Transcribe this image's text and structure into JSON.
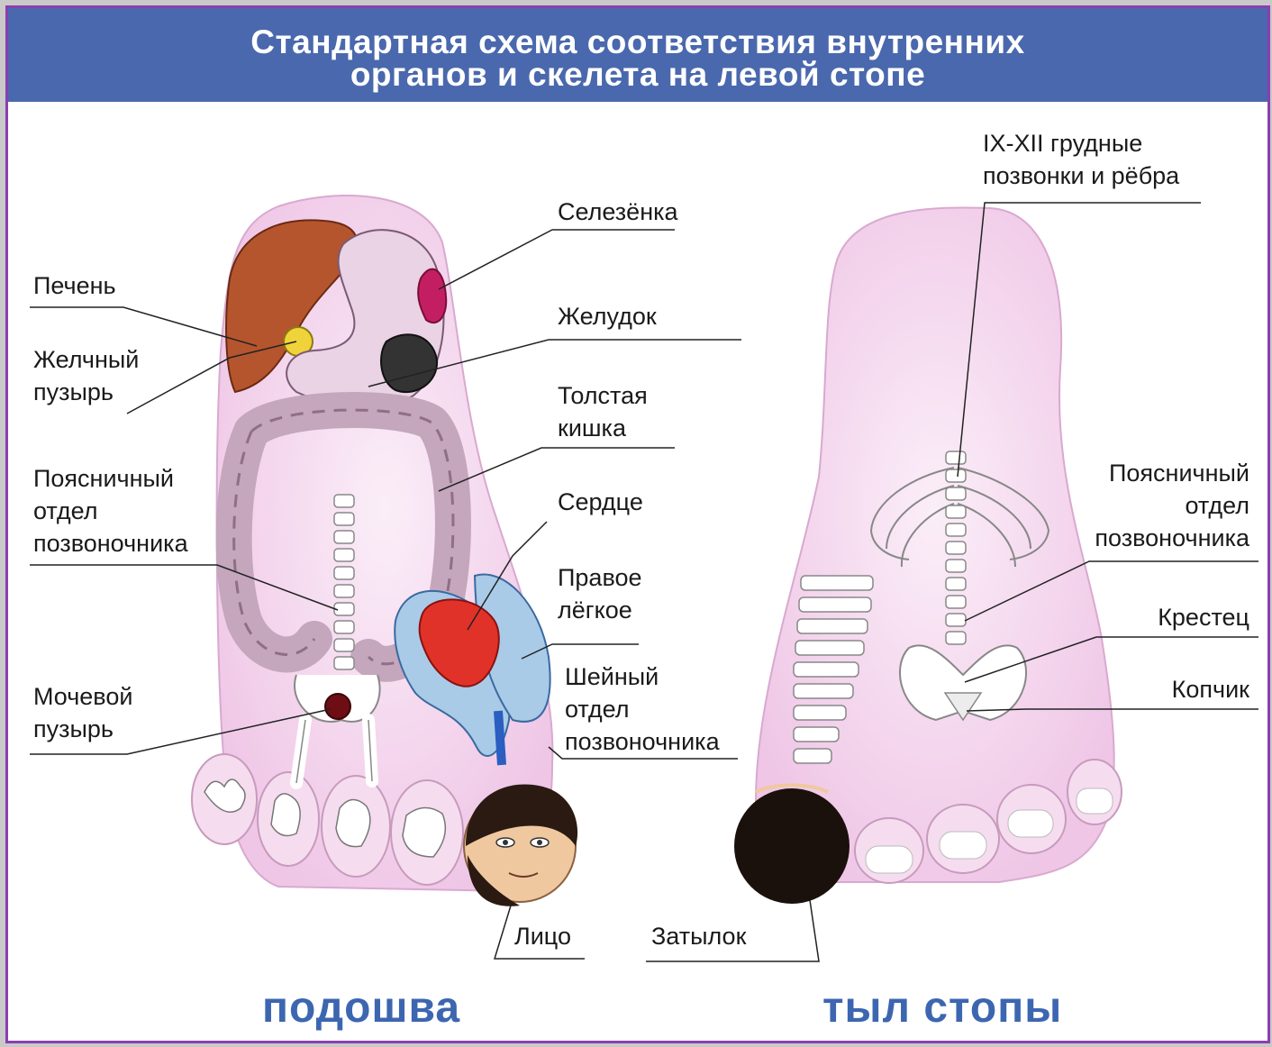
{
  "title": {
    "line1": "Стандартная схема соответствия внутренних",
    "line2": "органов и скелета на левой стопе"
  },
  "sole_labels": {
    "liver": "Печень",
    "gallbladder_1": "Желчный",
    "gallbladder_2": "пузырь",
    "lumbar_1": "Поясничный",
    "lumbar_2": "отдел",
    "lumbar_3": "позвоночника",
    "bladder_1": "Мочевой",
    "bladder_2": "пузырь",
    "spleen": "Селезёнка",
    "stomach": "Желудок",
    "colon_1": "Толстая",
    "colon_2": "кишка",
    "heart": "Сердце",
    "lung_1": "Правое",
    "lung_2": "лёгкое",
    "cervical_1": "Шейный",
    "cervical_2": "отдел",
    "cervical_3": "позвоночника",
    "face": "Лицо"
  },
  "dorsum_labels": {
    "thoracic_1": "IX-XII грудные",
    "thoracic_2": "позвонки и рёбра",
    "lumbar_1": "Поясничный",
    "lumbar_2": "отдел",
    "lumbar_3": "позвоночника",
    "sacrum": "Крестец",
    "coccyx": "Копчик",
    "occiput": "Затылок"
  },
  "captions": {
    "sole": "подошва",
    "dorsum": "тыл стопы"
  },
  "colors": {
    "header_blue": "#4a68ad",
    "border_purple": "#8a3fb0",
    "foot_pink": "#f4d5ee",
    "caption_blue": "#3d66b0"
  }
}
